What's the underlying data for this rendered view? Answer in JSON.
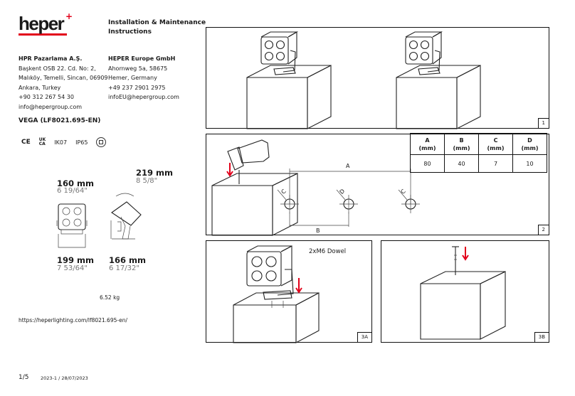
{
  "brand": {
    "logo_text": "heper",
    "accent": "#e2001a"
  },
  "doc_title": {
    "line1": "Installation & Maintenance",
    "line2": "Instructions"
  },
  "company_tr": {
    "name": "HPR Pazarlama A.Ş.",
    "lines": [
      "Başkent OSB 22. Cd. No: 2,",
      "Malıköy, Temelli, Sincan, 06909",
      "Ankara, Turkey",
      "+90 312 267 54 30",
      "info@hepergroup.com"
    ]
  },
  "company_eu": {
    "name": "HEPER Europe GmbH",
    "lines": [
      "Ahornweg 5a, 58675",
      "Hemer, Germany",
      "+49 237 2901 2975",
      "infoEU@hepergroup.com"
    ]
  },
  "product": {
    "name": "VEGA (LF8021.695-EN)",
    "weight": "6.52 kg"
  },
  "certs": {
    "ce": "CE",
    "ukca_top": "UK",
    "ukca_bottom": "CA",
    "ik": "IK07",
    "ip": "IP65"
  },
  "dimensions": {
    "width_mm": "160 mm",
    "width_in": "6 19/64\"",
    "height_mm": "199 mm",
    "height_in": "7 53/64\"",
    "depth_mm": "219 mm",
    "depth_in": "8 5/8\"",
    "base_mm": "166 mm",
    "base_in": "6 17/32\""
  },
  "url": "https://heperlighting.com/lf8021.695-en/",
  "footer": {
    "page": "1/5",
    "revision": "2023-1 / 28/07/2023"
  },
  "steps": {
    "s1": "1",
    "s2": "2",
    "s3a": "3A",
    "s3b": "3B",
    "dowel": "2xM6 Dowel",
    "label_a": "A",
    "label_b": "B",
    "label_c": "C",
    "label_d": "D"
  },
  "spec_table": {
    "headers": [
      {
        "letter": "A",
        "unit": "(mm)"
      },
      {
        "letter": "B",
        "unit": "(mm)"
      },
      {
        "letter": "C",
        "unit": "(mm)"
      },
      {
        "letter": "D",
        "unit": "(mm)"
      }
    ],
    "values": [
      "80",
      "40",
      "7",
      "10"
    ]
  }
}
